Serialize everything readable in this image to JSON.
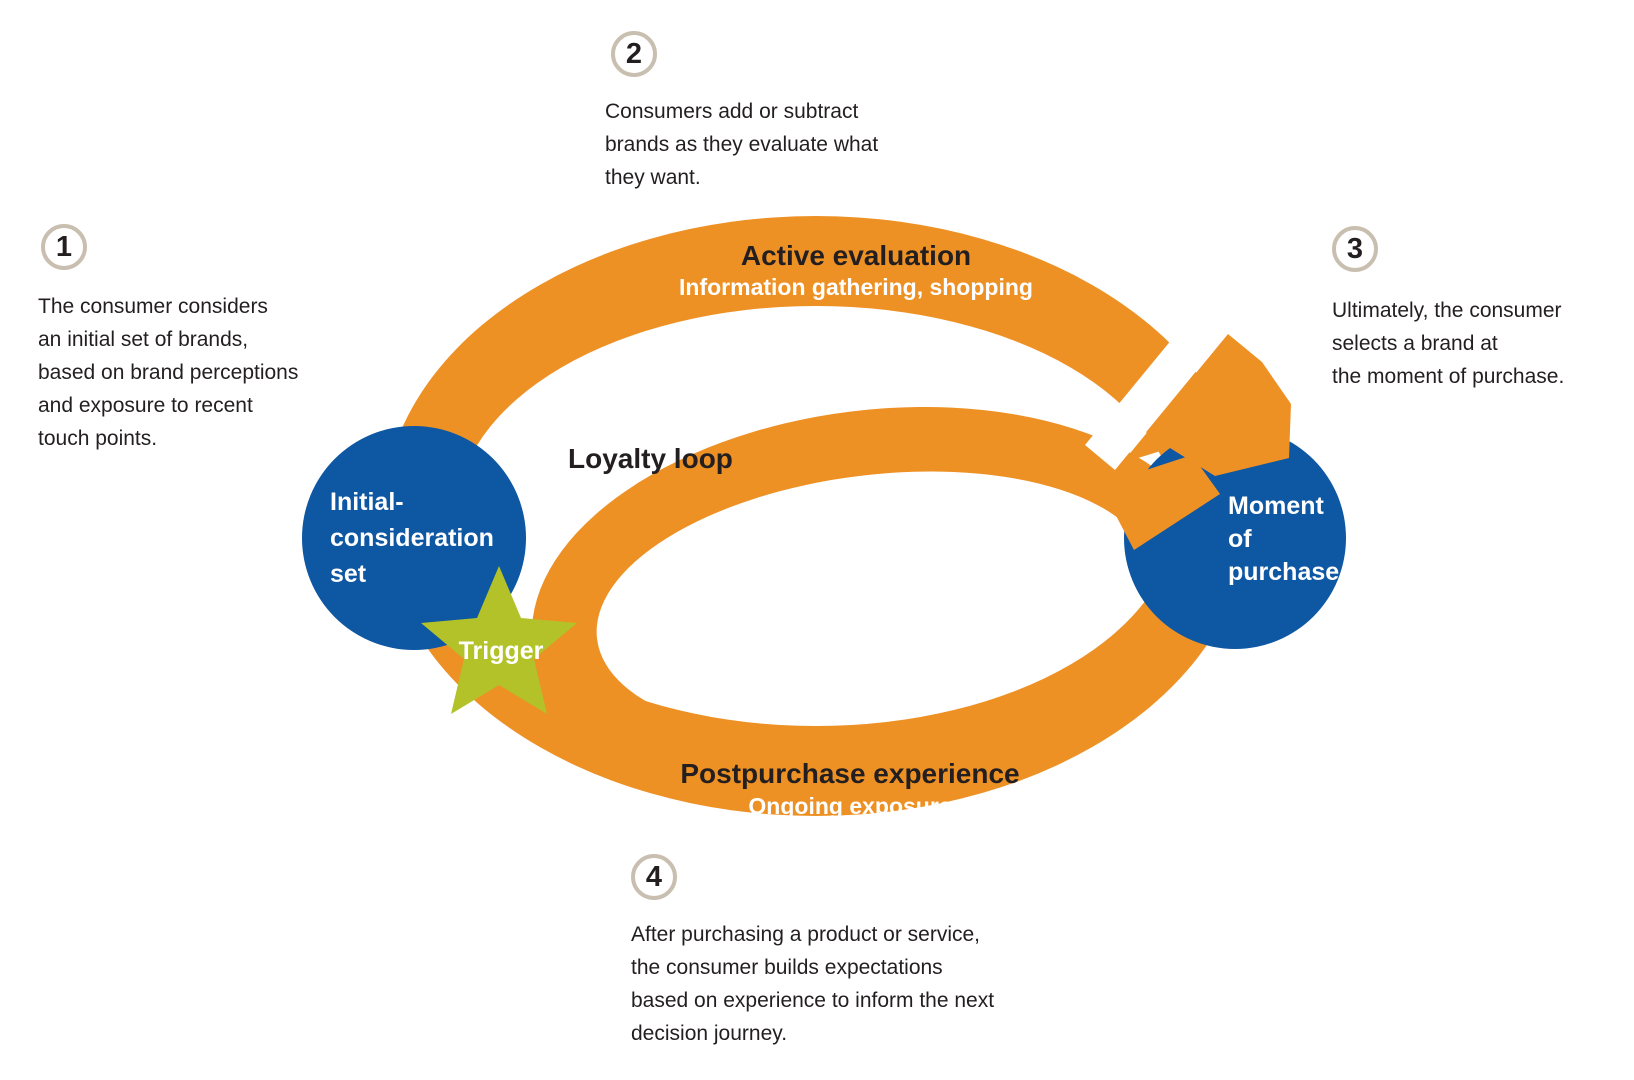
{
  "colors": {
    "orange": "#EE9125",
    "blue": "#0E57A3",
    "green": "#B2C228",
    "badge_ring": "#C9BFB0",
    "text": "#231F20",
    "background": "#FFFFFF"
  },
  "annotations": [
    {
      "number": "1",
      "lines": [
        "The consumer considers",
        "an initial set of brands,",
        "based on brand perceptions",
        "and exposure to recent",
        "touch points."
      ]
    },
    {
      "number": "2",
      "lines": [
        "Consumers add or subtract",
        "brands as they evaluate what",
        "they want."
      ]
    },
    {
      "number": "3",
      "lines": [
        "Ultimately, the consumer",
        "selects a brand at",
        "the moment of purchase."
      ]
    },
    {
      "number": "4",
      "lines": [
        "After purchasing a product or service,",
        "the consumer builds expectations",
        "based on experience to inform the next",
        "decision journey."
      ]
    }
  ],
  "diagram": {
    "active_evaluation": {
      "title": "Active evaluation",
      "subtitle": "Information gathering, shopping"
    },
    "loyalty_loop": {
      "title": "Loyalty loop"
    },
    "postpurchase": {
      "title": "Postpurchase experience",
      "subtitle": "Ongoing exposure"
    },
    "initial_consideration": {
      "lines": [
        "Initial-",
        "consideration",
        "set"
      ]
    },
    "moment_of_purchase": {
      "lines": [
        "Moment",
        "of",
        "purchase"
      ]
    },
    "trigger": {
      "label": "Trigger"
    }
  }
}
